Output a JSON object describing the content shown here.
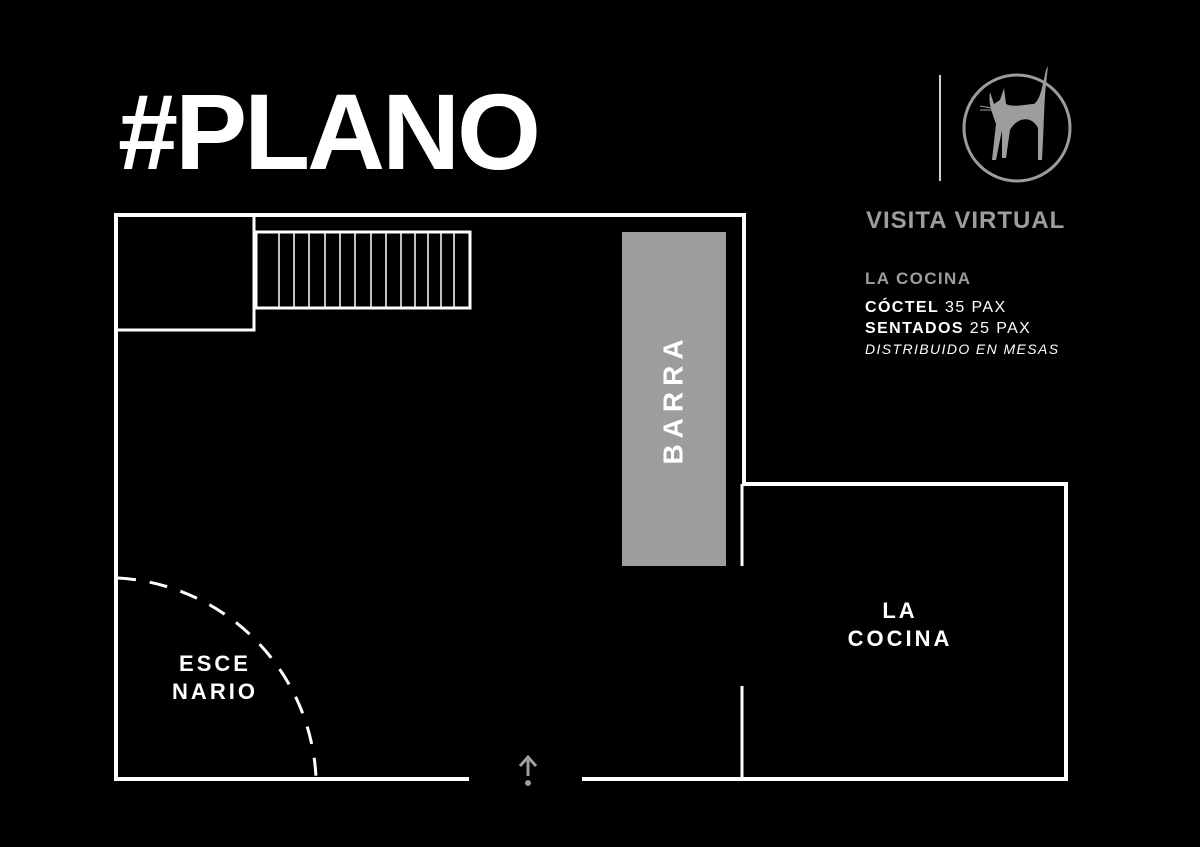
{
  "header": {
    "title": "#PLANO",
    "brand_caption": "VISITA VIRTUAL",
    "logo_icon": "cat-circle-logo-icon"
  },
  "info": {
    "room_name": "LA COCINA",
    "capacity": [
      {
        "label": "CÓCTEL",
        "value": "35 PAX"
      },
      {
        "label": "SENTADOS",
        "value": "25 PAX"
      }
    ],
    "note": "DISTRIBUIDO EN MESAS"
  },
  "plan": {
    "bar_label": "BARRA",
    "stage_label_line1": "ESCE",
    "stage_label_line2": "NARIO",
    "kitchen_label_line1": "LA",
    "kitchen_label_line2": "COCINA",
    "entrance_icon": "entrance-arrow-icon",
    "stair_steps": 15
  },
  "colors": {
    "background": "#000000",
    "walls": "#ffffff",
    "accent_gray": "#9d9d9e"
  }
}
